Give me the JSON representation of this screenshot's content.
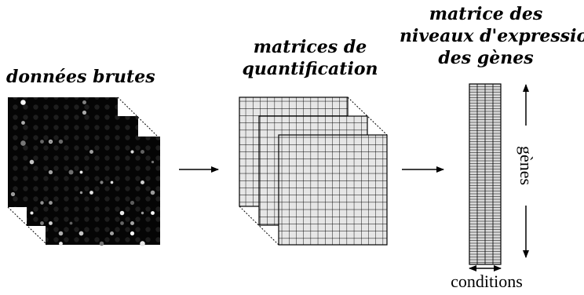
{
  "stages": {
    "raw": {
      "label": "données brutes"
    },
    "quant": {
      "label_line1": "matrices de",
      "label_line2": "quantification"
    },
    "expr": {
      "label_line1": "matrice des",
      "label_line2": "niveaux d'expression",
      "label_line3": "des gènes"
    }
  },
  "axes": {
    "genes_label": "gènes",
    "conditions_label": "conditions"
  },
  "colors": {
    "raw_background": "#050505",
    "quant_fill": "#e6e6e6",
    "expr_fill": "#d9d9d9",
    "lines": "#000000"
  }
}
